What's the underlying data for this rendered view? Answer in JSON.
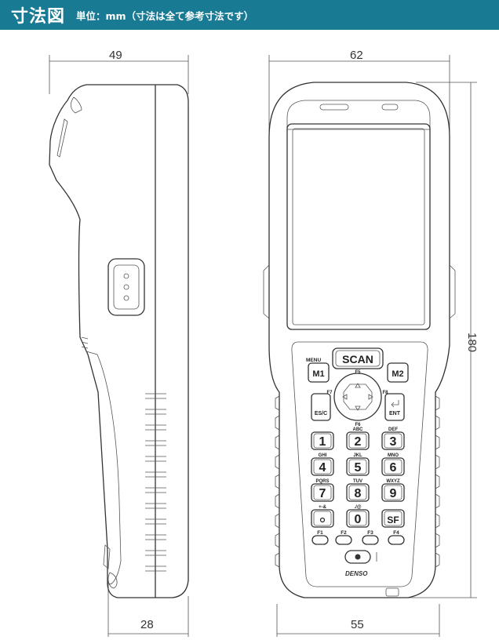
{
  "header": {
    "title": "寸法図",
    "unit_note": "単位：mm（寸法は全て参考寸法です）"
  },
  "dimensions": {
    "side_top_width": "49",
    "side_bottom_width": "28",
    "front_top_width": "62",
    "front_bottom_width": "55",
    "height": "180"
  },
  "keypad": {
    "scan": "SCAN",
    "m1": "M1",
    "m2": "M2",
    "menu": "MENU",
    "esc": "ES/C",
    "ent": "ENT",
    "f1": "F1",
    "f2": "F2",
    "f3": "F3",
    "f4": "F4",
    "f5": "F5",
    "f6": "F6",
    "f7": "F7",
    "f8": "F8",
    "brand": "DENSO",
    "sf": "SF",
    "keys": [
      {
        "num": "1",
        "label": ""
      },
      {
        "num": "2",
        "label": "ABC"
      },
      {
        "num": "3",
        "label": "DEF"
      },
      {
        "num": "4",
        "label": "GHI"
      },
      {
        "num": "5",
        "label": "JKL"
      },
      {
        "num": "6",
        "label": "MNO"
      },
      {
        "num": "7",
        "label": "PQRS"
      },
      {
        "num": "8",
        "label": "TUV"
      },
      {
        "num": "9",
        "label": "WXYZ"
      },
      {
        "num": "0",
        "label": "./@"
      }
    ],
    "dot_label": "+-&"
  }
}
